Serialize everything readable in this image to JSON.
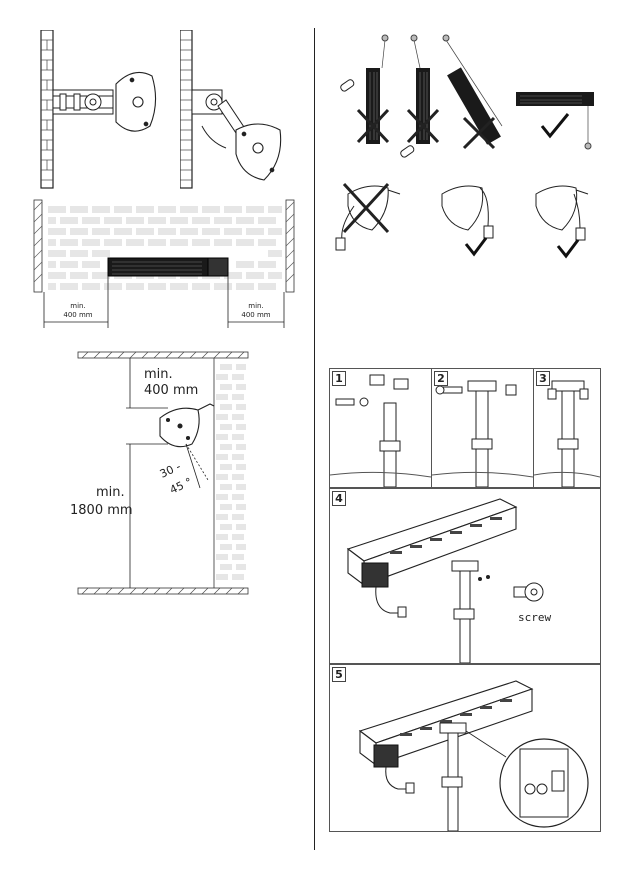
{
  "clearance_horizontal": {
    "left_min": "min.",
    "left_value": "400 mm",
    "right_min": "min.",
    "right_value": "400 mm"
  },
  "clearance_vertical": {
    "ceiling_min": "min.",
    "ceiling_value": "400 mm",
    "floor_min": "min.",
    "floor_value": "1800 mm",
    "angle_top": "30 -",
    "angle_bottom": "45 °"
  },
  "stand_assembly": {
    "steps": [
      "1",
      "2",
      "3",
      "4",
      "5"
    ],
    "screw_label": "screw"
  }
}
